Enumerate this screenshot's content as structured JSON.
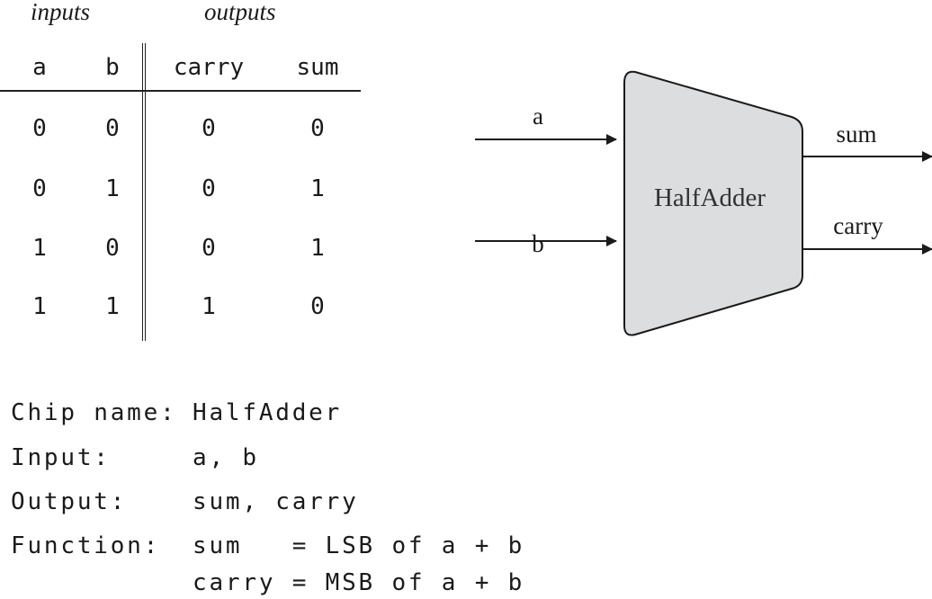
{
  "truth_table": {
    "group_labels": {
      "inputs": "inputs",
      "outputs": "outputs"
    },
    "headers": [
      "a",
      "b",
      "carry",
      "sum"
    ],
    "rows": [
      [
        "0",
        "0",
        "0",
        "0"
      ],
      [
        "0",
        "1",
        "0",
        "1"
      ],
      [
        "1",
        "0",
        "0",
        "1"
      ],
      [
        "1",
        "1",
        "1",
        "0"
      ]
    ]
  },
  "chip_diagram": {
    "name": "HalfAdder",
    "inputs": [
      "a",
      "b"
    ],
    "outputs": [
      "sum",
      "carry"
    ],
    "fill_color": "#dcdddf"
  },
  "spec": {
    "chip_name_label": "Chip name:",
    "chip_name_value": "HalfAdder",
    "input_label": "Input:",
    "input_value": "a, b",
    "output_label": "Output:",
    "output_value": "sum, carry",
    "function_label": "Function:",
    "function_lines": [
      "sum   = LSB of a + b",
      "carry = MSB of a + b"
    ]
  }
}
